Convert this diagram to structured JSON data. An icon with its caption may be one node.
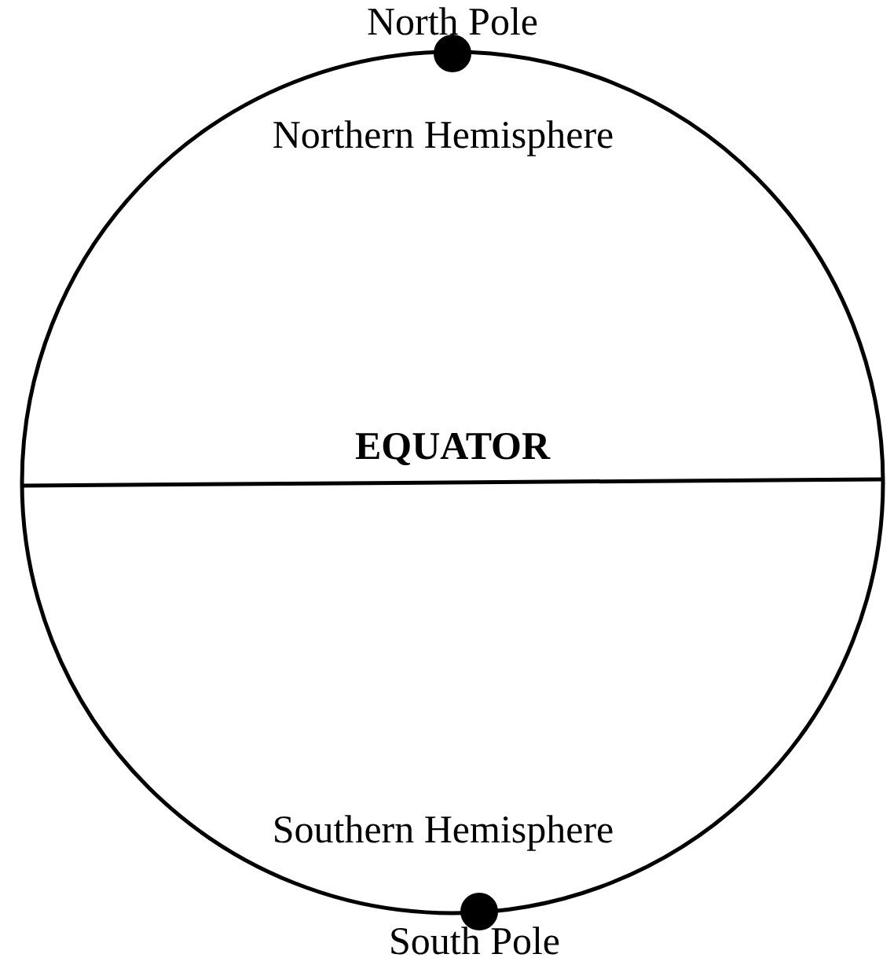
{
  "diagram": {
    "labels": [
      "North Pole",
      "Northern Hemisphere",
      "EQUATOR",
      "Southern Hemisphere",
      "South Pole"
    ]
  }
}
